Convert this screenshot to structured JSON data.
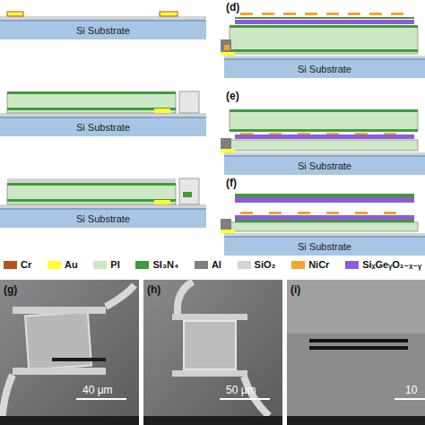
{
  "diagram": {
    "nodes": [
      {
        "text": [
          "Si Substrate"
        ]
      },
      {
        "text": [
          "Si Substrate"
        ]
      },
      {
        "text": [
          "Si Substrate"
        ]
      },
      {
        "text": [
          "Si Substrate"
        ]
      },
      {
        "text": [
          "Si Substrate"
        ]
      },
      {
        "text": [
          "Si Substrate"
        ]
      }
    ],
    "labels": [
      "(d)",
      "(e)",
      "(f)",
      "(g)",
      "(h)",
      "(i)",
      "40 μm",
      "50 μm",
      "10"
    ],
    "legend": [
      {
        "text": "Cr",
        "color": "#b4531d"
      },
      {
        "text": "Au",
        "color": "#ffff33"
      },
      {
        "text": "PI",
        "color": "#cde8c4"
      },
      {
        "text": "SI₃N₄",
        "color": "#3f9b3c"
      },
      {
        "text": "Al",
        "color": "#7f7f7f"
      },
      {
        "text": "SiO₂",
        "color": "#d4d4d4"
      },
      {
        "text": "NiCr",
        "color": "#f2a531"
      },
      {
        "text": "SiₓGeᵧO₁₋ₓ₋ᵧ",
        "color": "#8e5bd8"
      }
    ]
  }
}
